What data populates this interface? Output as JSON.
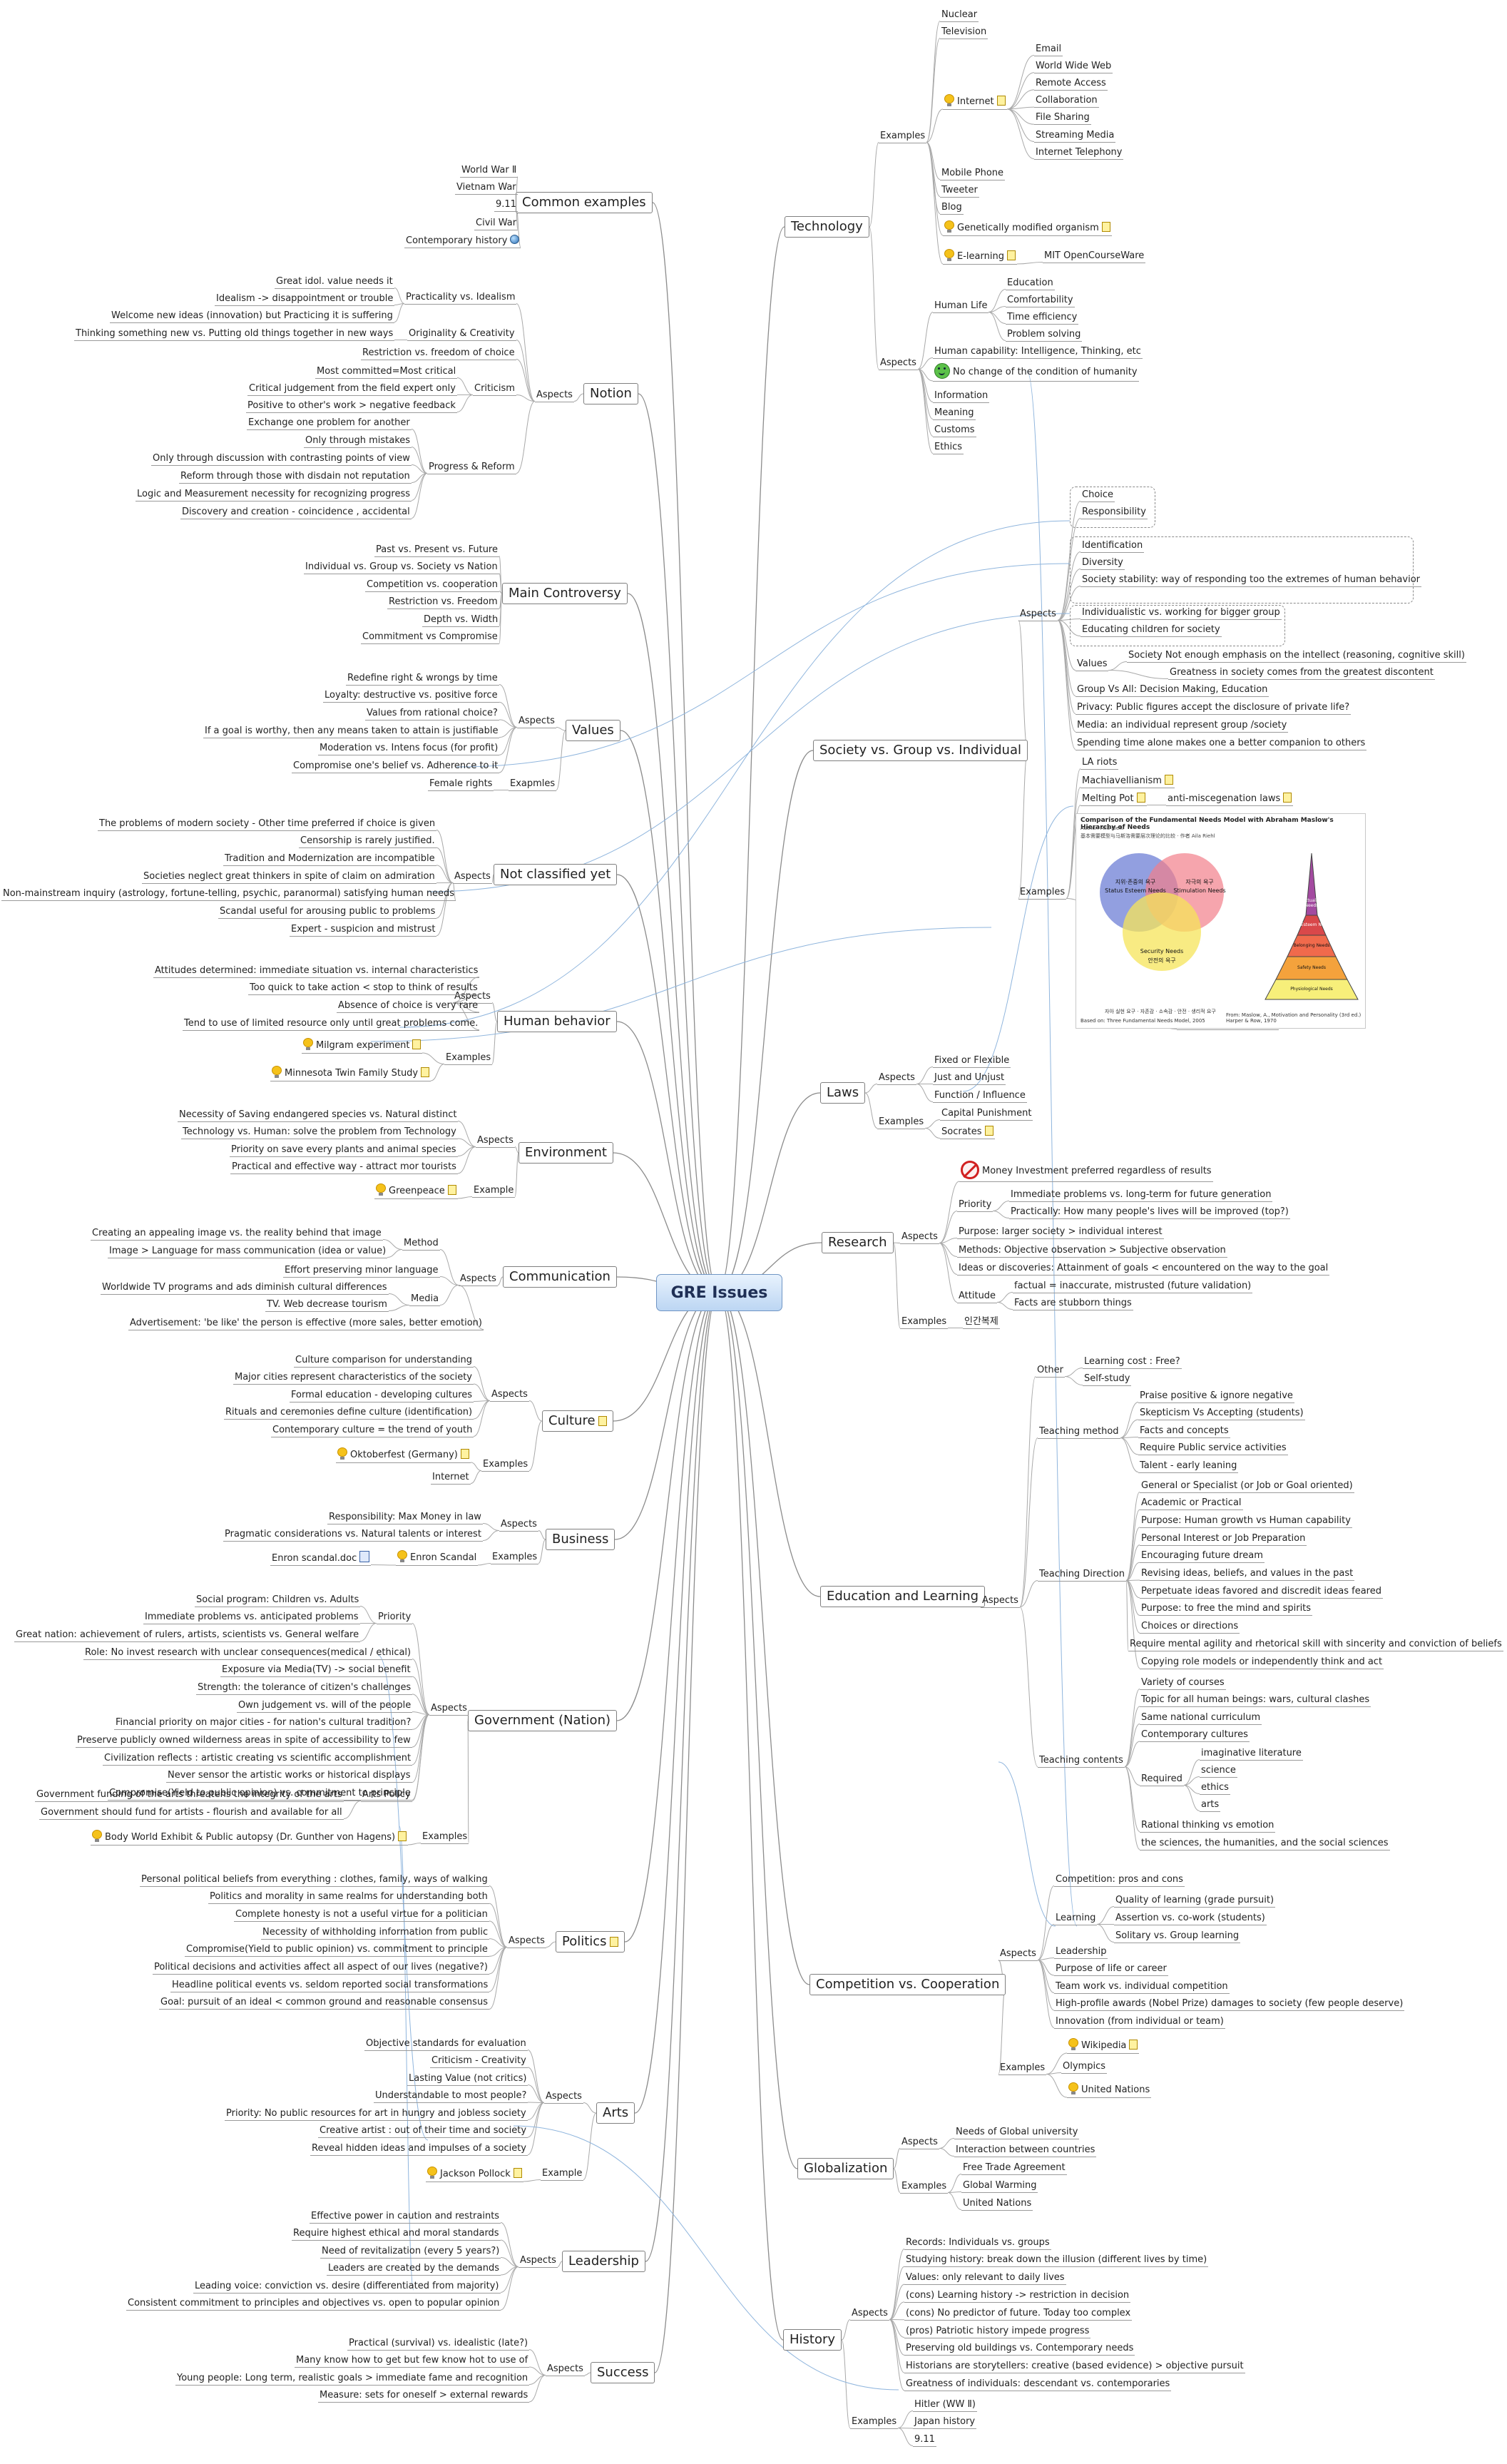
{
  "central": "GRE Issues",
  "branches": {
    "technology": {
      "label": "Technology",
      "examples": "Examples",
      "nuclear": "Nuclear",
      "television": "Television",
      "internet": "Internet",
      "email": "Email",
      "www": "World Wide Web",
      "remote": "Remote Access",
      "collab": "Collaboration",
      "fileshare": "File Sharing",
      "streaming": "Streaming Media",
      "telephony": "Internet Telephony",
      "mobile": "Mobile Phone",
      "tweeter": "Tweeter",
      "blog": "Blog",
      "gmo": "Genetically modified organism",
      "elearning": "E-learning",
      "mit": "MIT OpenCourseWare",
      "aspects": "Aspects",
      "humanlife": "Human Life",
      "education": "Education",
      "comfort": "Comfortability",
      "timeeff": "Time efficiency",
      "problem": "Problem solving",
      "capability": "Human capability: Intelligence, Thinking, etc",
      "nochange": "No change of the condition of humanity",
      "information": "Information",
      "meaning": "Meaning",
      "customs": "Customs",
      "ethics": "Ethics"
    },
    "society": {
      "label": "Society vs. Group vs. Individual",
      "aspects": "Aspects",
      "choice": "Choice",
      "responsibility": "Responsibility",
      "identification": "Identification",
      "diversity": "Diversity",
      "stability": "Society stability: way of responding too the extremes of human behavior",
      "indiv": "Individualistic vs. working for bigger group",
      "educating": "Educating children for society",
      "values": "Values",
      "values1": "Society Not enough emphasis on the intellect (reasoning, cognitive skill)",
      "values2": "Greatness in society comes from the greatest discontent",
      "groupvsall": "Group Vs All: Decision Making, Education",
      "privacy": "Privacy: Public figures accept the disclosure of private life?",
      "media": "Media: an individual represent group /society",
      "spending": "Spending time alone makes one a better companion to others",
      "examples": "Examples",
      "riots": "LA riots",
      "machiav": "Machiavellianism",
      "melting": "Melting Pot",
      "antimis": "anti-miscegenation laws",
      "hierarchy": "Hierarchy of needs",
      "fig_title": "Comparison of the Fundamental Needs Model with Abraham Maslow's Hierarchy of Needs",
      "fig_sub": "Author: Aila Riehl",
      "fig_sub2": "基本需要模型与马斯洛需要层次理论的比较 · 作者 Aila Riehl",
      "fig_c1": "Status Esteem Needs",
      "fig_c1b": "지위·존중의 욕구",
      "fig_c2": "Stimulation Needs",
      "fig_c2b": "자극의 욕구",
      "fig_c3": "Security Needs",
      "fig_c3b": "안전의 욕구",
      "fig_p1": "Self-Actualization Needs",
      "fig_p2": "Self-Esteem Needs",
      "fig_p3": "Belonging Needs",
      "fig_p4": "Safety Needs",
      "fig_p5": "Physiological Needs",
      "fig_foot": "Based on: Three Fundamental Needs Model, 2005",
      "fig_foot2": "From: Maslow, A., Motivation and Personality (3rd ed.) Harper & Row, 1970",
      "fig_foot3": "자아 실현 요구 · 자존감 · 소속감 · 안전 · 생리적 요구"
    },
    "laws": {
      "label": "Laws",
      "aspects": "Aspects",
      "fixed": "Fixed or Flexible",
      "just": "Just and Unjust",
      "function": "Function / Influence",
      "examples": "Examples",
      "capital": "Capital Punishment",
      "socrates": "Socrates"
    },
    "research": {
      "label": "Research",
      "aspects": "Aspects",
      "money": "Money Investment preferred regardless of results",
      "priority": "Priority",
      "pri1": "Immediate problems vs. long-term for future generation",
      "pri2": "Practically: How many people's lives will be improved (top?)",
      "purpose": "Purpose: larger society > individual interest",
      "methods": "Methods: Objective observation > Subjective observation",
      "ideas": "Ideas or discoveries: Attainment of goals < encountered on the way to the goal",
      "attitude": "Attitude",
      "att1": "factual = inaccurate, mistrusted (future validation)",
      "att2": "Facts are stubborn things",
      "examples": "Examples",
      "ex1": "인간복제"
    },
    "education": {
      "label": "Education and Learning",
      "aspects": "Aspects",
      "other": "Other",
      "cost": "Learning cost : Free?",
      "selfstudy": "Self-study",
      "method": "Teaching method",
      "m1": "Praise positive & ignore negative",
      "m2": "Skepticism Vs Accepting (students)",
      "m3": "Facts and concepts",
      "m4": "Require Public service activities",
      "m5": "Talent - early leaning",
      "direction": "Teaching Direction",
      "d1": "General or Specialist (or Job or Goal oriented)",
      "d2": "Academic or Practical",
      "d3": "Purpose: Human growth vs Human capability",
      "d4": "Personal Interest or Job Preparation",
      "d5": "Encouraging future dream",
      "d6": "Revising ideas, beliefs, and values in the past",
      "d7": "Perpetuate ideas favored and discredit ideas feared",
      "d8": "Purpose: to free the mind and spirits",
      "d9": "Choices or directions",
      "d10": "Require mental agility and rhetorical skill with sincerity and conviction of beliefs",
      "d11": "Copying role models or independently think and act",
      "contents": "Teaching contents",
      "c1": "Variety of courses",
      "c2": "Topic for all human beings: wars, cultural clashes",
      "c3": "Same national curriculum",
      "c4": "Contemporary cultures",
      "required": "Required",
      "r1": "imaginative literature",
      "r2": "science",
      "r3": "ethics",
      "r4": "arts",
      "c5": "Rational thinking vs emotion",
      "c6": "the sciences, the humanities, and the social sciences"
    },
    "competition": {
      "label": "Competition vs. Cooperation",
      "aspects": "Aspects",
      "a1": "Competition: pros and cons",
      "learning": "Learning",
      "l1": "Quality of learning (grade pursuit)",
      "l2": "Assertion vs. co-work (students)",
      "l3": "Solitary vs. Group learning",
      "a2": "Leadership",
      "a3": "Purpose of life or career",
      "a4": "Team work vs. individual competition",
      "a5": "High-profile awards (Nobel Prize) damages to society (few people deserve)",
      "a6": "Innovation (from individual or team)",
      "examples": "Examples",
      "e1": "Wikipedia",
      "e2": "Olympics",
      "e3": "United Nations"
    },
    "globalization": {
      "label": "Globalization",
      "aspects": "Aspects",
      "a1": "Needs of Global university",
      "a2": "Interaction between countries",
      "examples": "Examples",
      "e1": "Free Trade Agreement",
      "e2": "Global Warming",
      "e3": "United Nations"
    },
    "history": {
      "label": "History",
      "aspects": "Aspects",
      "a1": "Records: Individuals vs. groups",
      "a2": "Studying history: break down the illusion (different lives by time)",
      "a3": "Values: only relevant to daily lives",
      "a4": "(cons) Learning history -> restriction in decision",
      "a5": "(cons) No predictor of future. Today too complex",
      "a6": "(pros) Patriotic history impede progress",
      "a7": "Preserving old buildings vs. Contemporary needs",
      "a8": "Historians are storytellers: creative (based evidence) > objective pursuit",
      "a9": "Greatness of individuals: descendant vs. contemporaries",
      "examples": "Examples",
      "e1": "Hitler (WW Ⅱ)",
      "e2": "Japan history",
      "e3": "9.11"
    },
    "common": {
      "label": "Common examples",
      "e1": "World War Ⅱ",
      "e2": "Vietnam War",
      "e3": "9.11",
      "e4": "Civil War",
      "e5": "Contemporary history"
    },
    "notion": {
      "label": "Notion",
      "aspects": "Aspects",
      "prac": "Practicality vs. Idealism",
      "p1": "Great idol. value needs it",
      "p2": "Idealism -> disappointment or trouble",
      "p3": "Welcome new ideas (innovation) but Practicing it is suffering",
      "orig": "Originality & Creativity",
      "o1": "Thinking something new vs. Putting old things together in new ways",
      "restrict": "Restriction vs. freedom of choice",
      "criticism": "Criticism",
      "cr1": "Most committed=Most critical",
      "cr2": "Critical judgement from the field expert only",
      "cr3": "Positive to other's work > negative feedback",
      "progress": "Progress & Reform",
      "pg1": "Exchange one problem for another",
      "pg2": "Only through mistakes",
      "pg3": "Only through discussion with contrasting points of view",
      "pg4": "Reform through those with disdain not reputation",
      "pg5": "Logic and Measurement necessity for recognizing progress",
      "pg6": "Discovery and creation - coincidence , accidental"
    },
    "controversy": {
      "label": "Main Controversy",
      "c1": "Past vs. Present vs. Future",
      "c2": "Individual vs. Group vs. Society vs Nation",
      "c3": "Competition vs. cooperation",
      "c4": "Restriction vs. Freedom",
      "c5": "Depth vs. Width",
      "c6": "Commitment vs Compromise"
    },
    "values": {
      "label": "Values",
      "aspects": "Aspects",
      "v1": "Redefine right & wrongs by time",
      "v2": "Loyalty: destructive vs. positive force",
      "v3": "Values from rational choice?",
      "v4": "If a goal is worthy, then any means taken to attain is justifiable",
      "v5": "Moderation vs. Intens focus (for profit)",
      "v6": "Compromise one's belief vs. Adherence to it",
      "examples": "Exapmles",
      "e1": "Female rights"
    },
    "notclassified": {
      "label": "Not classified yet",
      "aspects": "Aspects",
      "n1": "The problems of modern society - Other time preferred if choice is given",
      "n2": "Censorship is rarely justified.",
      "n3": "Tradition and Modernization are incompatible",
      "n4": "Societies neglect great thinkers in spite of claim on admiration",
      "n5": "Non-mainstream inquiry (astrology, fortune-telling, psychic, paranormal) satisfying human needs",
      "n6": "Scandal useful for arousing public to problems",
      "n7": "Expert - suspicion and mistrust"
    },
    "behavior": {
      "label": "Human behavior",
      "aspects": "Aspects",
      "b1": "Attitudes determined: immediate situation vs. internal characteristics",
      "b2": "Too quick to take action < stop to think of results",
      "b3": "Absence of choice is very rare",
      "b4": "Tend to use of limited resource only until great problems come.",
      "examples": "Examples",
      "e1": "Milgram experiment",
      "e2": "Minnesota Twin Family Study"
    },
    "environment": {
      "label": "Environment",
      "aspects": "Aspects",
      "a1": "Necessity of Saving endangered species vs. Natural distinct",
      "a2": "Technology vs. Human: solve the problem from Technology",
      "a3": "Priority on save every plants and animal species",
      "a4": "Practical and effective way - attract mor tourists",
      "example": "Example",
      "e1": "Greenpeace"
    },
    "communication": {
      "label": "Communication",
      "aspects": "Aspects",
      "method": "Method",
      "m1": "Creating an appealing image vs. the reality behind that image",
      "m2": "Image > Language for mass communication (idea or  value)",
      "m3": "Effort preserving minor language",
      "media": "Media",
      "md1": "Worldwide TV programs and ads diminish cultural differences",
      "md2": "TV. Web decrease tourism",
      "md3": "Advertisement: 'be like' the person is effective (more sales, better emotion)"
    },
    "culture": {
      "label": "Culture",
      "aspects": "Aspects",
      "a1": "Culture comparison for understanding",
      "a2": "Major cities represent characteristics of the society",
      "a3": "Formal education - developing cultures",
      "a4": "Rituals and ceremonies define culture (identification)",
      "a5": "Contemporary culture = the trend of youth",
      "examples": "Examples",
      "e1": "Oktoberfest (Germany)",
      "e2": "Internet"
    },
    "business": {
      "label": "Business",
      "aspects": "Aspects",
      "a1": "Responsibility: Max Money in law",
      "a2": "Pragmatic considerations vs. Natural talents or interest",
      "examples": "Examples",
      "e1": "Enron Scandal",
      "e1doc": "Enron scandal.doc"
    },
    "government": {
      "label": "Government (Nation)",
      "aspects": "Aspects",
      "priority": "Priority",
      "p1": "Social program: Children vs. Adults",
      "p2": "Immediate problems vs. anticipated problems",
      "p3": "Great nation: achievement of rulers, artists, scientists vs. General welfare",
      "a1": "Role: No invest research with unclear consequences(medical / ethical)",
      "a2": "Exposure via Media(TV) -> social benefit",
      "a3": "Strength: the tolerance of citizen's challenges",
      "a4": "Own judgement vs. will of the people",
      "a5": "Financial priority on major cities - for nation's cultural tradition?",
      "a6": "Preserve publicly owned wilderness areas in spite of accessibility to few",
      "a7": "Civilization reflects : artistic creating vs scientific accomplishment",
      "a8": "Never sensor the artistic works or historical displays",
      "a9": "Compromise(Yield to public opinion) vs. commitment to principle",
      "arts": "Arts Policy",
      "ap1": "Government funding of the arts threatens the integrity of the arts",
      "ap2": "Government should fund for artists - flourish and available for all",
      "examples": "Examples",
      "e1": "Body World Exhibit & Public autopsy (Dr. Gunther von Hagens)"
    },
    "politics": {
      "label": "Politics",
      "aspects": "Aspects",
      "a1": "Personal political beliefs from everything : clothes, family, ways of walking",
      "a2": "Politics and morality in same realms for understanding both",
      "a3": "Complete honesty is not a useful virtue for a politician",
      "a4": "Necessity of withholding information from public",
      "a5": "Compromise(Yield to public opinion) vs. commitment to principle",
      "a6": "Political decisions and activities affect all aspect of our lives (negative?)",
      "a7": "Headline political events vs. seldom reported social transformations",
      "a8": "Goal: pursuit of an ideal < common ground and reasonable consensus"
    },
    "arts": {
      "label": "Arts",
      "aspects": "Aspects",
      "a1": "Objective standards for evaluation",
      "a2": "Criticism - Creativity",
      "a3": "Lasting Value (not critics)",
      "a4": "Understandable to most people?",
      "a5": "Priority: No public resources for art in hungry and jobless society",
      "a6": "Creative artist : out of their time and society",
      "a7": "Reveal hidden ideas and impulses of a society",
      "example": "Example",
      "e1": "Jackson Pollock"
    },
    "leadership": {
      "label": "Leadership",
      "aspects": "Aspects",
      "a1": "Effective power in caution and restraints",
      "a2": "Require highest ethical and moral standards",
      "a3": "Need of revitalization (every 5 years?)",
      "a4": "Leaders are created by the demands",
      "a5": "Leading voice: conviction vs. desire (differentiated from majority)",
      "a6": "Consistent commitment to principles and objectives vs. open to popular opinion"
    },
    "success": {
      "label": "Success",
      "aspects": "Aspects",
      "a1": "Practical (survival) vs. idealistic (late?)",
      "a2": "Many know how to get but few know hot to use of",
      "a3": "Young people: Long term, realistic goals > immediate fame and recognition",
      "a4": "Measure: sets for oneself > external rewards"
    }
  }
}
